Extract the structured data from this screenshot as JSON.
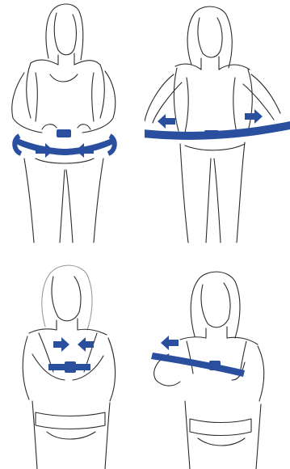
{
  "colors": {
    "strap": "#2a4f9e",
    "arrow": "#2a4f9e",
    "outline": "#2b2b2b"
  },
  "steps": [
    {
      "id": "step-1",
      "arrows": [
        "arrow-right",
        "arrow-left"
      ]
    },
    {
      "id": "step-2",
      "arrows": [
        "arrow-left",
        "arrow-right"
      ]
    },
    {
      "id": "step-3",
      "arrows": [
        "arrow-right",
        "arrow-left"
      ]
    },
    {
      "id": "step-4",
      "arrows": [
        "arrow-left"
      ]
    }
  ]
}
